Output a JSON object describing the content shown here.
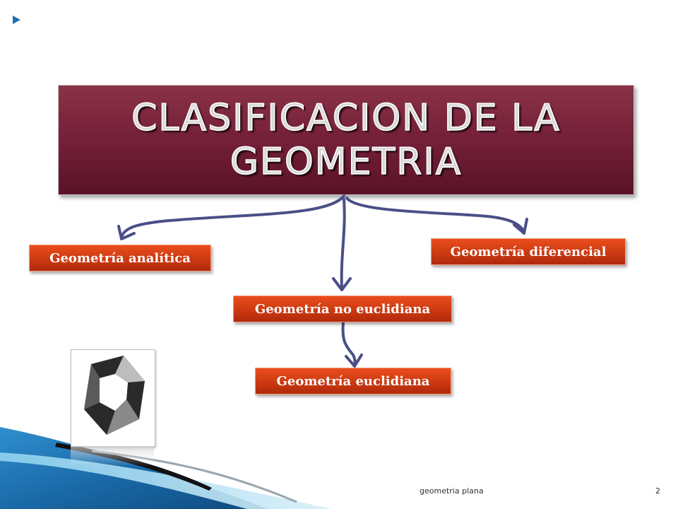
{
  "title": "CLASIFICACION DE LA GEOMETRIA",
  "nodes": {
    "analitica": "Geometría analítica",
    "diferencial": "Geometría diferencial",
    "no_euclidiana": "Geometría no euclidiana",
    "euclidiana": "Geometría euclidiana"
  },
  "footer": {
    "label": "geometria plana",
    "page_number": "2"
  },
  "colors": {
    "title_fill": "#76213a",
    "node_fill": "#c93811",
    "connector": "#4a4f88",
    "accent_blue": "#1f6fb0"
  },
  "icons": [
    "bullet-arrow-icon",
    "hexagon-ring-icon"
  ]
}
